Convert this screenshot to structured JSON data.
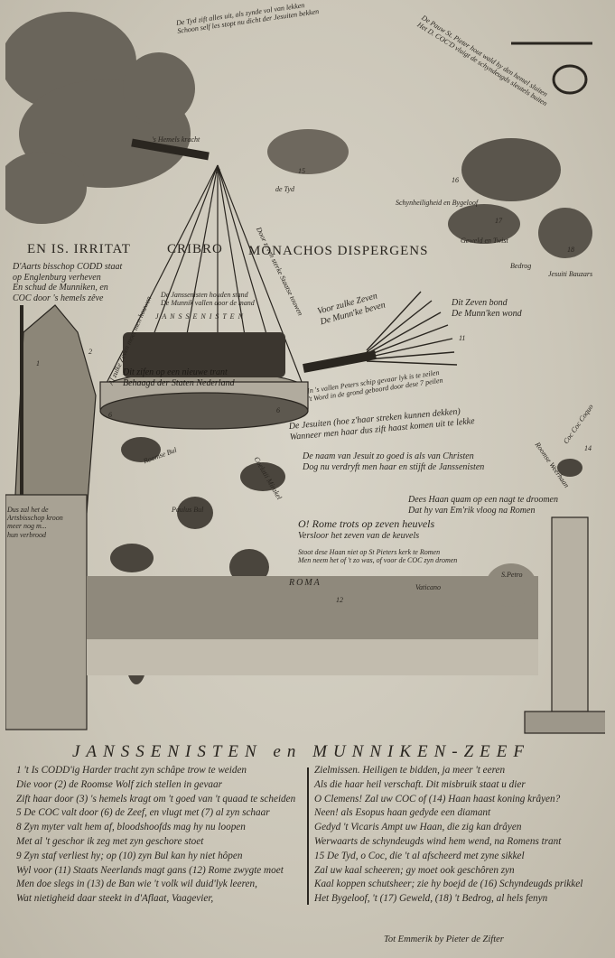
{
  "image": {
    "top_ribbon": [
      "De Tyd zift alles uit, als zynde vol van lekken",
      "Schoon self les stopt nu dicht der Jesuiten bekken"
    ],
    "top_right_ribbon": [
      "De Pauw St. Pieter hout wald hy den hemel sluiten",
      "Het D. COC'D vluigt de schyndeugds sleutels buiten"
    ],
    "hemels_kracht": "'s Hemels kracht",
    "de_tyd": "de Tyd",
    "numbers": [
      "1",
      "2",
      "3",
      "6",
      "6",
      "11",
      "12",
      "14",
      "15",
      "16",
      "17",
      "18"
    ],
    "figures": {
      "schynheiligheid": "Schynheiligheid en Bygeloof",
      "geweld": "Geweld en Twist",
      "bedrog": "Bedrog",
      "jesuits_bazar": "Jesuiti Bauzars"
    },
    "motto": [
      "EN IS. IRRITAT",
      "CRIBRO",
      "MONACHOS DISPERGENS"
    ],
    "archbishop": [
      "D'Aarts bisschop CODD staat",
      "op Englenburg verheven",
      "En schud de Munniken, en",
      "COC door 's hemels zêve"
    ],
    "rope_left": "Al zulke Zeven moet men houwen",
    "rope_right": "Door zeven sterke Staatse touwen",
    "jansenists": [
      "De Janssenisten houden stand",
      "De Munnik vallen door de mand"
    ],
    "jansenisten_label": "J A N S S E N I S T E N",
    "sieve_band": [
      "Dit zifen op een nieuwe trant",
      "Behaagd der Staten Nederland"
    ],
    "arrows_left": [
      "Voor zulke Zeven",
      "De Munn'ke beven"
    ],
    "arrows_right": [
      "Dit Zeven bond",
      "De Munn'ken wond"
    ],
    "peters_ship": [
      "In 's vallen Peters schip gevaar lyk is te zeilen",
      "'t Word in de grond geboord door dese 7 peilen"
    ],
    "jesuiten": [
      "De Jesuiten (hoe z'haar streken kunnen dekken)",
      "Wanneer men haar dus zift haast komen uit te lekke"
    ],
    "naam": [
      "De naam van Jesuit zo goed is als van Christen",
      "Dog nu verdryft men haar en stijft de Janssenisten"
    ],
    "coc_coquo": "Coc Coc Coquo",
    "weerhaan": "Roomse Weerhaan",
    "haan": [
      "Dees Haan quam op een nagt te droomen",
      "Dat hy van Em'rik vloog na Romen"
    ],
    "left_tower": [
      "Dus zal het de",
      "Artsbisschop kroon",
      "meer nog m...",
      "hun verbrood"
    ],
    "rome_hills": [
      "O! Rome trots op zeven heuvels",
      "Versloor het zeven van de keuvels"
    ],
    "stoot": [
      "Stoot dese Haan niet op St Pieters kerk te Romen",
      "Men neem het of 't zo was, of voor de COC zyn dromen"
    ],
    "roma": "ROMA",
    "vaticano": "Vaticano",
    "s_petro": "S.Petro",
    "falling_labels": [
      "Coelatii Mirakel",
      "Paulus Bul",
      "Roomse Bul"
    ]
  },
  "title": "JANSSENISTEN en MUNNIKEN-ZEEF",
  "verses_left": [
    "1 't Is CODD'ig Harder tracht zyn schâpe trow te weiden",
    "Die voor (2) de Roomse Wolf zich stellen in gevaar",
    "Zift haar door (3) 's hemels kragt om 't goed van 't quaad te scheiden",
    "5 De COC valt door (6) de Zeef, en vlugt met (7) al zyn schaar",
    "8 Zyn myter valt hem af, bloodshoofds mag hy nu loopen",
    "Met al 't geschor ik zeg met zyn geschore stoet",
    "9 Zyn staf verliest hy; op (10) zyn Bul kan hy niet hôpen",
    "Wyl voor (11) Staats Neerlands magt gans (12) Rome zwygte moet",
    "Men doe slegs in (13) de Ban wie 't volk wil duid'lyk leeren,",
    "Wat nietigheid daar steekt in d'Aflaat, Vaagevier,"
  ],
  "verses_right": [
    "Zielmissen. Heiligen te bidden, ja meer 't eeren",
    "Als die haar heil verschaft. Dit misbruik staat u dier",
    "O Clemens! Zal uw COC of (14) Haan haast koning krâyen?",
    "Neen! als Esopus haan gedyde een diamant",
    "Gedyd 't Vicaris Ampt uw Haan, die zig kan drâyen",
    "Werwaarts de schyndeugds wind hem wend, na Romens trant",
    "15 De Tyd, o Coc, die 't al afscheerd met zyne sikkel",
    "Zal uw kaal scheeren; gy moet ook geschôren zyn",
    "Kaal koppen schutsheer; zie hy boejd de (16) Schyndeugds prikkel",
    "Het Bygeloof, 't (17) Geweld, (18) 't Bedrog, al hels fenyn"
  ],
  "imprint": "Tot Emmerik by Pieter de Zifter",
  "colors": {
    "paper": "#cfcabd",
    "ink": "#2a2620"
  }
}
